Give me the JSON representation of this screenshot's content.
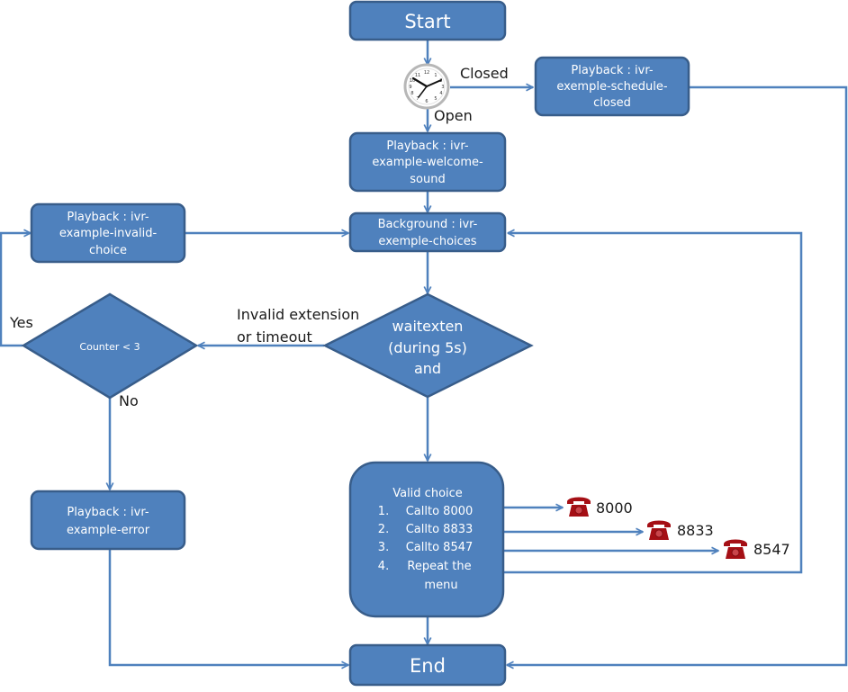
{
  "title": "IVR example flowchart",
  "colors": {
    "node_fill": "#4f81bd",
    "node_border": "#385d8a",
    "edge": "#4f81bd",
    "text_on_node": "#ffffff",
    "label_text": "#1a1a1a",
    "phone_icon": "#a50f15"
  },
  "nodes": {
    "start": {
      "lines": [
        "Start"
      ]
    },
    "schedule_check": {
      "icon": "clock-icon"
    },
    "schedule_closed": {
      "lines": [
        "Playback : ivr-",
        "exemple-schedule-",
        "closed"
      ]
    },
    "welcome": {
      "lines": [
        "Playback : ivr-",
        "example-welcome-",
        "sound"
      ]
    },
    "background": {
      "lines": [
        "Background : ivr-",
        "exemple-choices"
      ]
    },
    "invalid_choice": {
      "lines": [
        "Playback : ivr-",
        "example-invalid-",
        "choice"
      ]
    },
    "waitexten": {
      "lines": [
        "waitexten",
        "(during 5s)",
        "and"
      ]
    },
    "counter": {
      "lines": [
        "Counter < 3"
      ]
    },
    "error": {
      "lines": [
        "Playback : ivr-",
        "example-error"
      ]
    },
    "valid_choice": {
      "heading": "Valid choice",
      "items": [
        {
          "num": "1.",
          "text": "Callto 8000"
        },
        {
          "num": "2.",
          "text": "Callto 8833"
        },
        {
          "num": "3.",
          "text": "Callto 8547"
        },
        {
          "num": "4.",
          "text": "Repeat the"
        }
      ],
      "continuation": "menu"
    },
    "end": {
      "lines": [
        "End"
      ]
    }
  },
  "edge_labels": {
    "closed": "Closed",
    "open": "Open",
    "invalid": [
      "Invalid extension",
      "or timeout"
    ],
    "yes": "Yes",
    "no": "No"
  },
  "extensions": [
    {
      "icon": "phone-icon",
      "number": "8000"
    },
    {
      "icon": "phone-icon",
      "number": "8833"
    },
    {
      "icon": "phone-icon",
      "number": "8547"
    }
  ]
}
